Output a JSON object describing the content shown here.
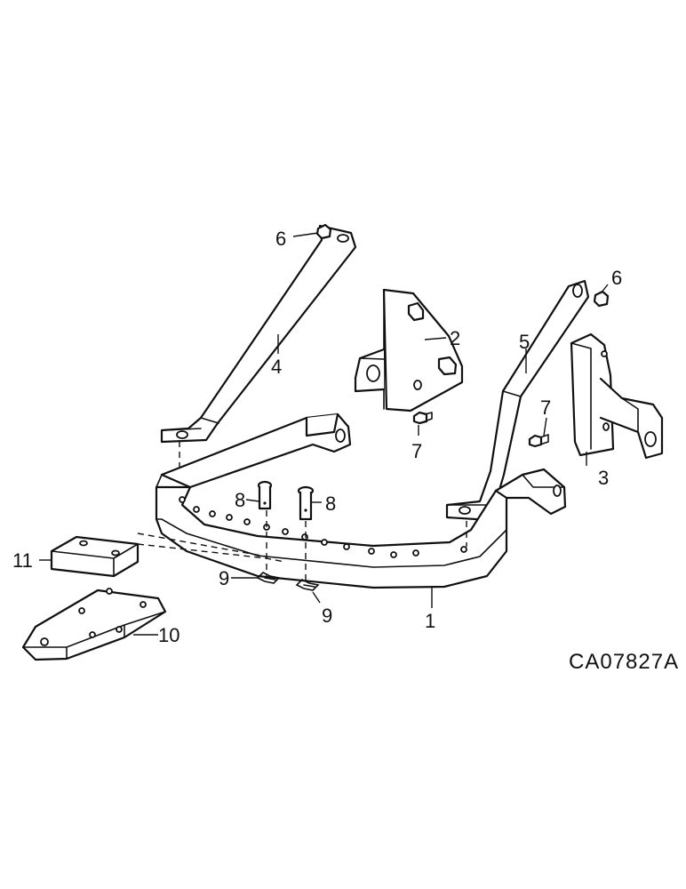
{
  "callouts": {
    "c1": "1",
    "c2": "2",
    "c3": "3",
    "c4": "4",
    "c5": "5",
    "c6a": "6",
    "c6b": "6",
    "c7a": "7",
    "c7b": "7",
    "c8a": "8",
    "c8b": "8",
    "c9a": "9",
    "c9b": "9",
    "c10": "10",
    "c11": "11"
  },
  "reference_code": "CA07827A"
}
